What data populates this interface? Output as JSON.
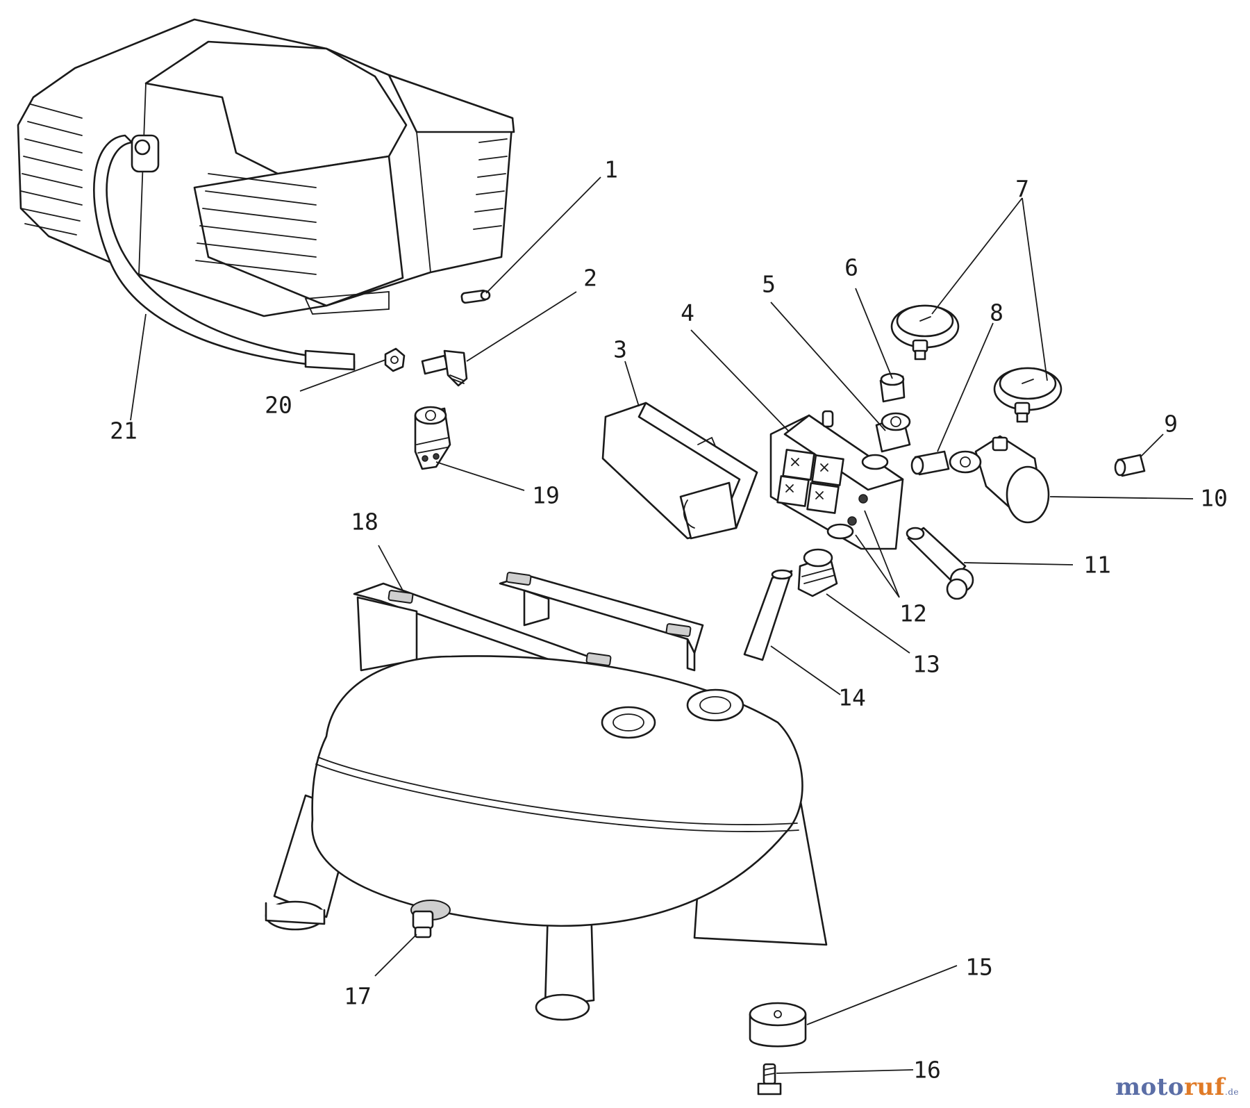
{
  "diagram": {
    "callouts": [
      "1",
      "2",
      "3",
      "4",
      "5",
      "6",
      "7",
      "8",
      "9",
      "10",
      "11",
      "12",
      "13",
      "14",
      "15",
      "16",
      "17",
      "18",
      "19",
      "20",
      "21"
    ]
  },
  "watermark": {
    "part1": "moto",
    "part2": "ruf",
    "suffix": ".de"
  },
  "colors": {
    "line": "#1a1a1a",
    "watermark_blue": "#5b6ea6",
    "watermark_orange": "#e07a26"
  }
}
